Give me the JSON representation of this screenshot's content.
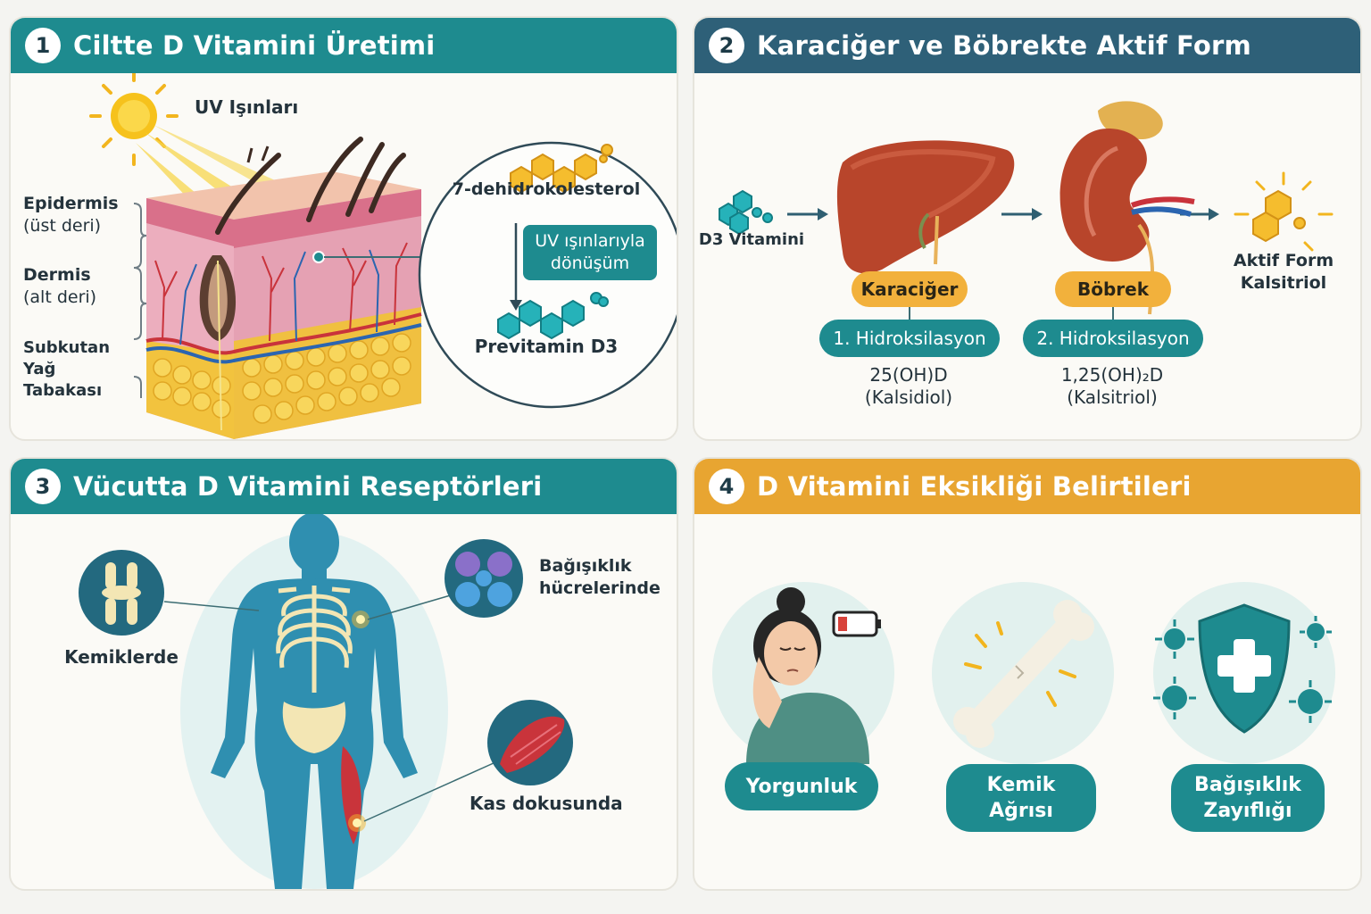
{
  "panels": [
    {
      "number": "1",
      "title": "Ciltte D Vitamini Üretimi",
      "uv_label": "UV Işınları",
      "layers": [
        {
          "name": "Epidermis",
          "sub": "(üst deri)"
        },
        {
          "name": "Dermis",
          "sub": "(alt deri)"
        },
        {
          "name": "Subkutan Yağ Tabakası",
          "sub": ""
        }
      ],
      "zoom": {
        "molecule_top": "7-dehidrokolesterol",
        "conversion": "UV ışınlarıyla dönüşüm",
        "molecule_bottom": "Previtamin D3"
      }
    },
    {
      "number": "2",
      "title": "Karaciğer ve Böbrekte Aktif Form",
      "start_label": "D3 Vitamini",
      "organs": [
        {
          "name": "Karaciğer",
          "step": "1. Hidroksilasyon",
          "product_line1": "25(OH)D",
          "product_line2": "(Kalsidiol)"
        },
        {
          "name": "Böbrek",
          "step": "2. Hidroksilasyon",
          "product_line1": "1,25(OH)₂D",
          "product_line2": "(Kalsitriol)"
        }
      ],
      "end_label": "Aktif Form Kalsitriol"
    },
    {
      "number": "3",
      "title": "Vücutta D Vitamini Reseptörleri",
      "receptors": [
        "Kemiklerde",
        "Bağışıklık hücrelerinde",
        "Kas dokusunda"
      ]
    },
    {
      "number": "4",
      "title": "D Vitamini Eksikliği Belirtileri",
      "symptoms": [
        "Yorgunluk",
        "Kemik Ağrısı",
        "Bağışıklık Zayıflığı"
      ]
    }
  ],
  "icons": {
    "sun": "sun-icon",
    "skin": "skin-cross-section-icon",
    "molecule": "molecule-icon",
    "liver": "liver-icon",
    "kidney": "kidney-icon",
    "body": "human-body-icon",
    "joint": "knee-joint-icon",
    "cells": "immune-cells-icon",
    "muscle": "muscle-icon",
    "fatigue": "tired-woman-icon",
    "battery": "low-battery-icon",
    "bone": "broken-bone-icon",
    "shield": "shield-icon",
    "virus": "virus-icon"
  },
  "colors": {
    "teal": "#1e8b8f",
    "navy": "#2e6078",
    "gold": "#e8a531",
    "pill_gold": "#f2b13c",
    "body_blue": "#2f8fb0",
    "skin_pink": "#e9a4b4",
    "fat_yellow": "#f1c43f"
  }
}
